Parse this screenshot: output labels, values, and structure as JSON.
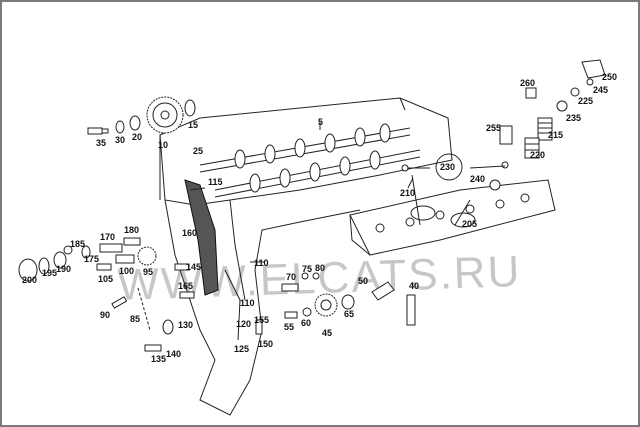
{
  "watermark": "WWW.ELCATS.RU",
  "labels": {
    "p5": "5",
    "p10": "10",
    "p15": "15",
    "p20": "20",
    "p25": "25",
    "p30": "30",
    "p35": "35",
    "p40": "40",
    "p45": "45",
    "p50": "50",
    "p55": "55",
    "p60": "60",
    "p65": "65",
    "p70": "70",
    "p75": "75",
    "p80": "80",
    "p85": "85",
    "p90": "90",
    "p95": "95",
    "p100": "100",
    "p105": "105",
    "p110a": "110",
    "p110b": "110",
    "p115": "115",
    "p120": "120",
    "p125": "125",
    "p130": "130",
    "p135": "135",
    "p140": "140",
    "p145": "145",
    "p150": "150",
    "p155": "155",
    "p160": "160",
    "p165": "165",
    "p170": "170",
    "p175": "175",
    "p180": "180",
    "p185": "185",
    "p190": "190",
    "p195": "195",
    "p200": "200",
    "p205": "205",
    "p210": "210",
    "p215": "215",
    "p220": "220",
    "p225": "225",
    "p230": "230",
    "p235": "235",
    "p240": "240",
    "p245": "245",
    "p250": "250",
    "p255": "255",
    "p260": "260"
  }
}
